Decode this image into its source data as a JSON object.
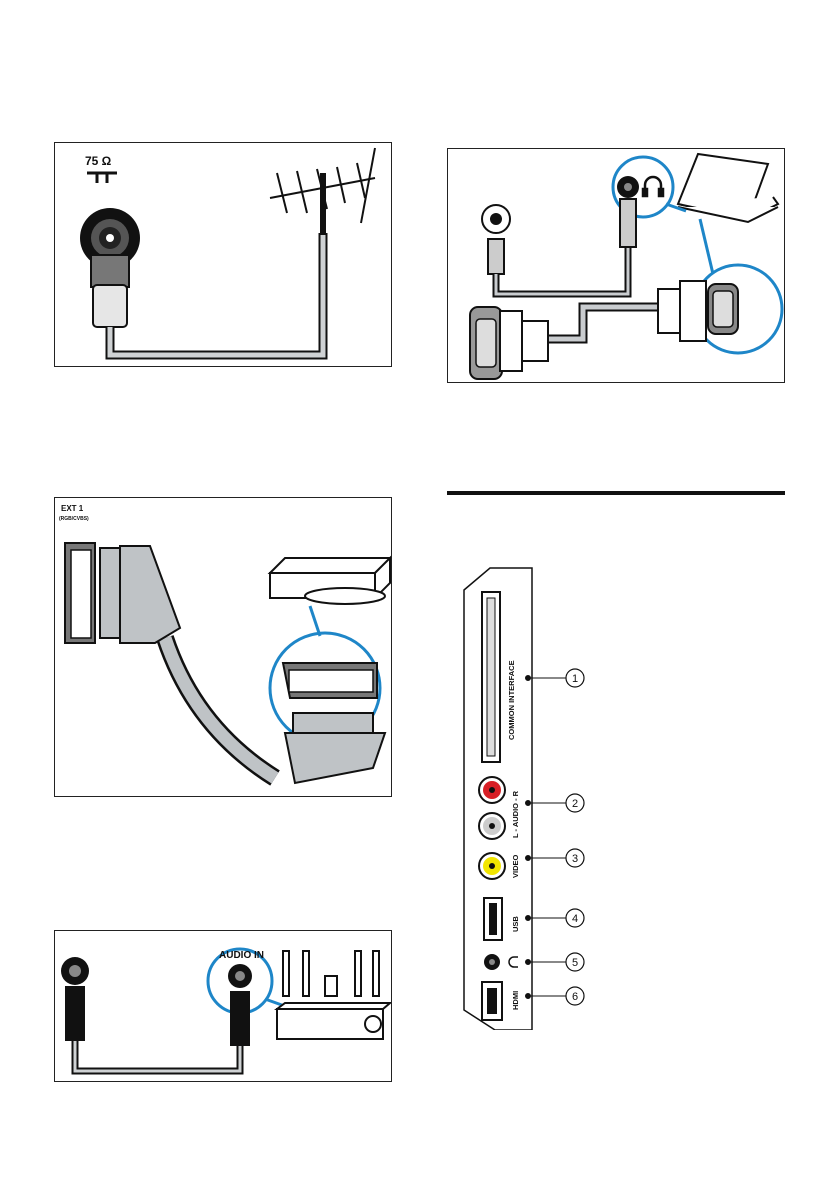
{
  "antenna_panel": {
    "impedance_label": "75 Ω"
  },
  "scart_panel": {
    "port_label": "EXT 1",
    "port_sublabel": "(RGB/CVBS)"
  },
  "audio_panel": {
    "input_label": "AUDIO IN"
  },
  "side_panel": {
    "ports": [
      {
        "label": "COMMON INTERFACE",
        "number": "1"
      },
      {
        "label": "L - AUDIO - R",
        "number": "2"
      },
      {
        "label": "VIDEO",
        "number": "3"
      },
      {
        "label": "USB",
        "number": "4"
      },
      {
        "label": "",
        "number": "5"
      },
      {
        "label": "HDMI",
        "number": "6"
      }
    ]
  },
  "colors": {
    "audio_red": "#d81f26",
    "video_yellow": "#f2e600",
    "bubble_blue": "#1e86c8",
    "cable_grey": "#bfc3c6"
  }
}
